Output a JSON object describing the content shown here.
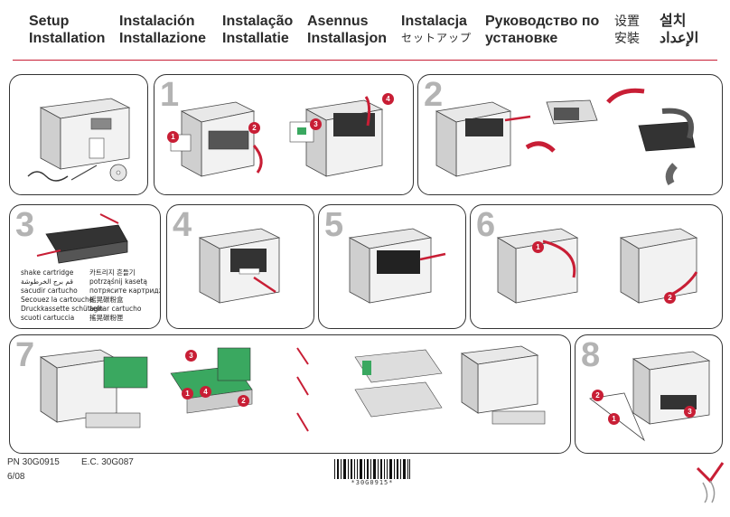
{
  "header": {
    "columns": [
      {
        "line1": "Setup",
        "line2": "Installation"
      },
      {
        "line1": "Instalación",
        "line2": "Installazione"
      },
      {
        "line1": "Instalação",
        "line2": "Installatie"
      },
      {
        "line1": "Asennus",
        "line2": "Installasjon"
      },
      {
        "line1": "Instalacja",
        "line2": "セットアップ"
      },
      {
        "line1": "Руководство по",
        "line2": "установке"
      },
      {
        "line1": "设置",
        "line2": "安裝"
      },
      {
        "line1": "설치",
        "line2": "الإعداد"
      }
    ]
  },
  "steps": [
    {
      "number": "1"
    },
    {
      "number": "2"
    },
    {
      "number": "3"
    },
    {
      "number": "4"
    },
    {
      "number": "5"
    },
    {
      "number": "6"
    },
    {
      "number": "7"
    },
    {
      "number": "8"
    }
  ],
  "step3_captions": {
    "left": [
      "shake cartridge",
      "قم برج الخرطوشة",
      "sacudir cartucho",
      "Secouez la cartouche",
      "Druckkassette schütteln",
      "scuoti cartuccia"
    ],
    "right": [
      "카트리지 흔들기",
      "potrząśnij kasetą",
      "потрясите картридж",
      "摇晃碳粉盒",
      "agitar cartucho",
      "搖晃碳粉匣"
    ]
  },
  "callouts": {
    "step1": [
      "1",
      "2",
      "3",
      "4"
    ],
    "step6": [
      "1",
      "2"
    ],
    "step7": [
      "1",
      "2",
      "3",
      "4"
    ],
    "step8": [
      "1",
      "2",
      "3"
    ]
  },
  "footer": {
    "pn": "PN 30G0915",
    "ec": "E.C. 30G087",
    "date": "6/08",
    "barcode_text": "*30G0915*"
  },
  "colors": {
    "accent": "#c81e35",
    "panel_border": "#333333",
    "step_number": "#b3b3b3",
    "green": "#3aa860"
  }
}
